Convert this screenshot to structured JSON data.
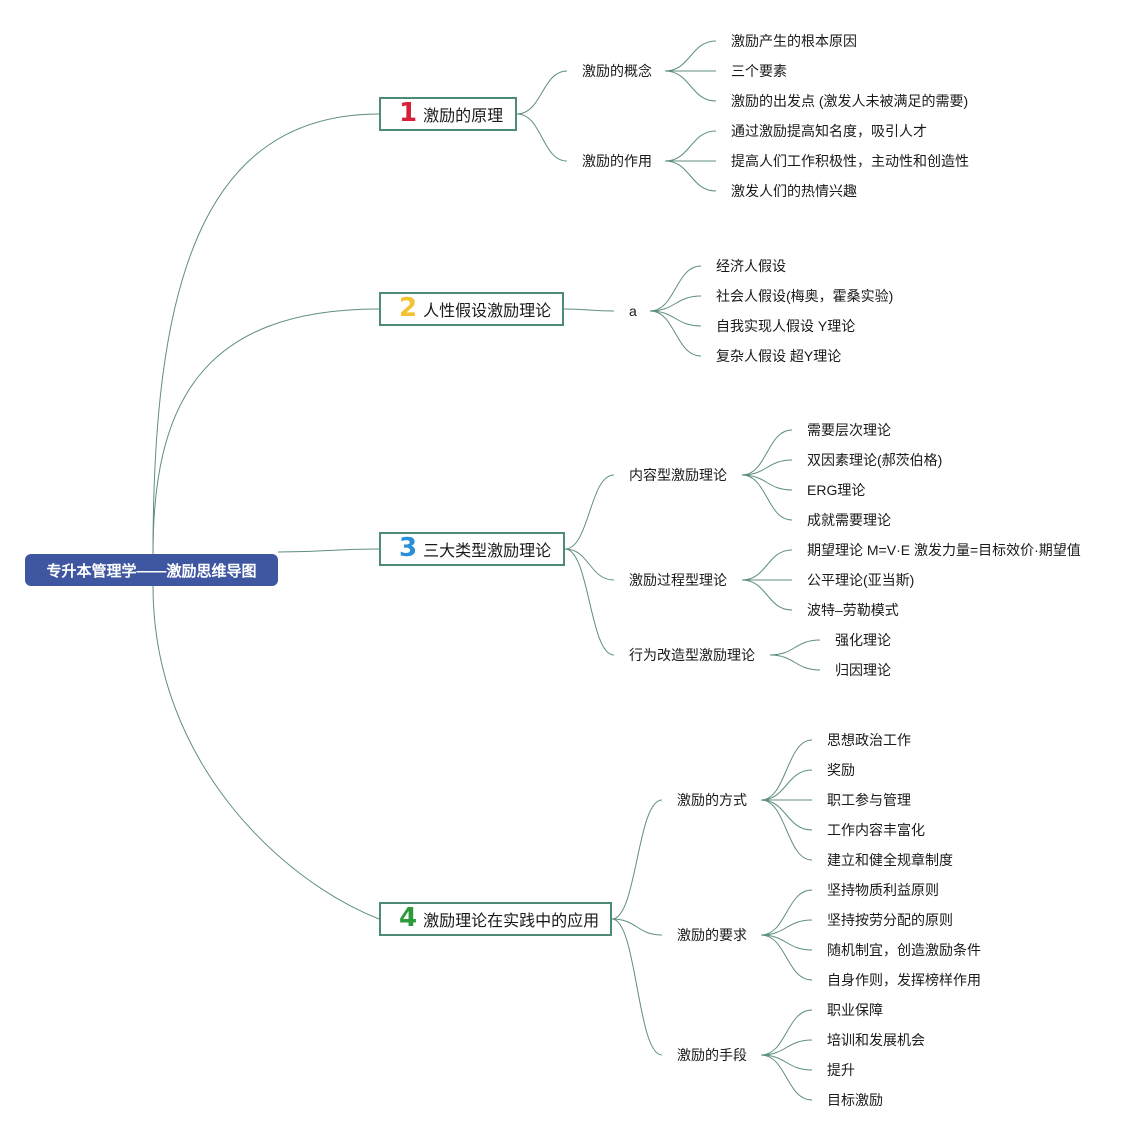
{
  "root": {
    "label": "专升本管理学——激励思维导图",
    "color": "#3f56a0"
  },
  "branches": [
    {
      "num": "1",
      "num_color": "#d8203a",
      "label": "激励的原理",
      "children": [
        {
          "label": "激励的概念",
          "children": [
            "激励产生的根本原因",
            "三个要素",
            "激励的出发点 (激发人未被满足的需要)"
          ]
        },
        {
          "label": "激励的作用",
          "children": [
            "通过激励提高知名度，吸引人才",
            "提高人们工作积极性，主动性和创造性",
            "激发人们的热情兴趣"
          ]
        }
      ]
    },
    {
      "num": "2",
      "num_color": "#f2c233",
      "label": "人性假设激励理论",
      "children": [
        {
          "label": "a",
          "children": [
            "经济人假设",
            "社会人假设(梅奥，霍桑实验)",
            "自我实现人假设 Y理论",
            "复杂人假设 超Y理论"
          ]
        }
      ]
    },
    {
      "num": "3",
      "num_color": "#2a8fd6",
      "label": "三大类型激励理论",
      "children": [
        {
          "label": "内容型激励理论",
          "children": [
            "需要层次理论",
            "双因素理论(郝茨伯格)",
            "ERG理论",
            "成就需要理论"
          ]
        },
        {
          "label": "激励过程型理论",
          "children": [
            "期望理论 M=V·E 激发力量=目标效价·期望值",
            "公平理论(亚当斯)",
            "波特–劳勒模式"
          ]
        },
        {
          "label": "行为改造型激励理论",
          "children": [
            "强化理论",
            "归因理论"
          ]
        }
      ]
    },
    {
      "num": "4",
      "num_color": "#2f9a3a",
      "label": "激励理论在实践中的应用",
      "children": [
        {
          "label": "激励的方式",
          "children": [
            "思想政治工作",
            "奖励",
            "职工参与管理",
            "工作内容丰富化",
            "建立和健全规章制度"
          ]
        },
        {
          "label": "激励的要求",
          "children": [
            "坚持物质利益原则",
            "坚持按劳分配的原则",
            "随机制宜，创造激励条件",
            "自身作则，发挥榜样作用"
          ]
        },
        {
          "label": "激励的手段",
          "children": [
            "职业保障",
            "培训和发展机会",
            "提升",
            "目标激励"
          ]
        }
      ]
    }
  ],
  "colors": {
    "line": "#5f8f7b",
    "topic_border": "#4b8c72"
  }
}
